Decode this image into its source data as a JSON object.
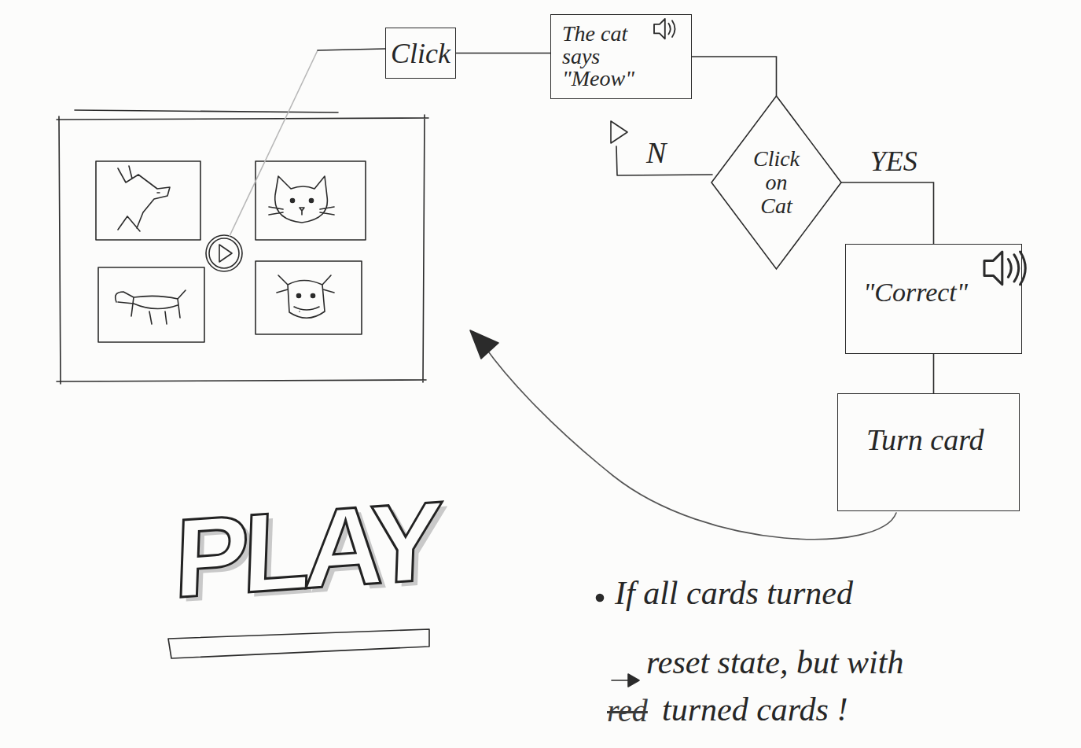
{
  "diagram": {
    "nodes": [
      {
        "text": [
          "Click"
        ]
      },
      {
        "text": [
          "The cat says \"Meow\""
        ]
      },
      {
        "text": [
          "Click on Cat"
        ]
      },
      {
        "text": [
          "\"Correct\""
        ]
      },
      {
        "text": [
          "Turn card"
        ]
      }
    ],
    "edges": [
      {
        "from": 0,
        "to": 1,
        "arrow": "none"
      },
      {
        "from": 1,
        "to": 2,
        "arrow": "none"
      },
      {
        "from": 2,
        "to": 3,
        "label": "YES",
        "arrow": "none"
      },
      {
        "from": 3,
        "to": 4,
        "arrow": "none"
      }
    ],
    "labels": [
      "N",
      "PLAY",
      "If all cards turned",
      "reset state, but with",
      "red",
      "turned cards !"
    ]
  }
}
